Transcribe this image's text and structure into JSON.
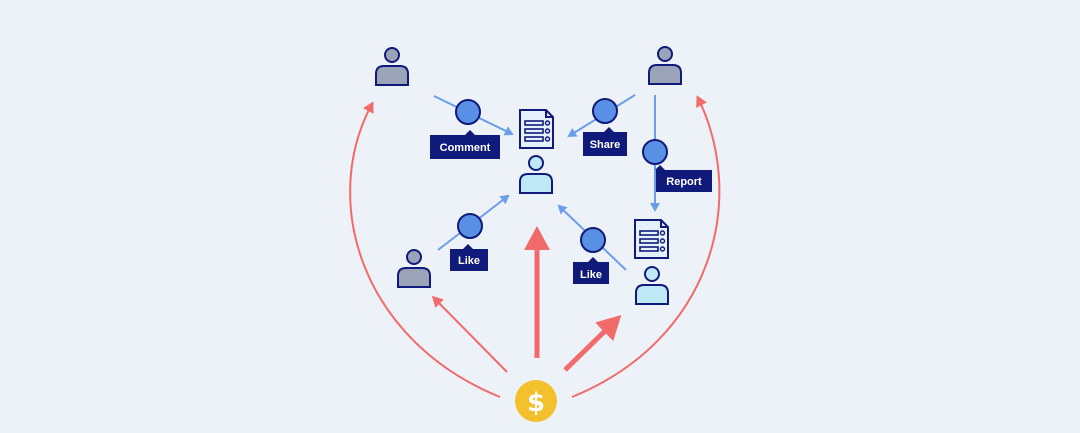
{
  "diagram": {
    "labels": {
      "comment": "Comment",
      "share": "Share",
      "report": "Report",
      "like_left": "Like",
      "like_right": "Like"
    },
    "money_symbol": "$",
    "colors": {
      "background": "#edf1f8",
      "navy": "#101a7a",
      "interaction_blue": "#5a8fe6",
      "blue_arrow": "#6b9ee8",
      "money_arrow": "#f26b6b",
      "user_gray": "#9aa3b8",
      "creator_fill": "#bfe8f7",
      "coin": "#f4c12e"
    },
    "icons": [
      "person-icon",
      "document-icon",
      "dollar-coin-icon",
      "interaction-node-icon"
    ]
  }
}
